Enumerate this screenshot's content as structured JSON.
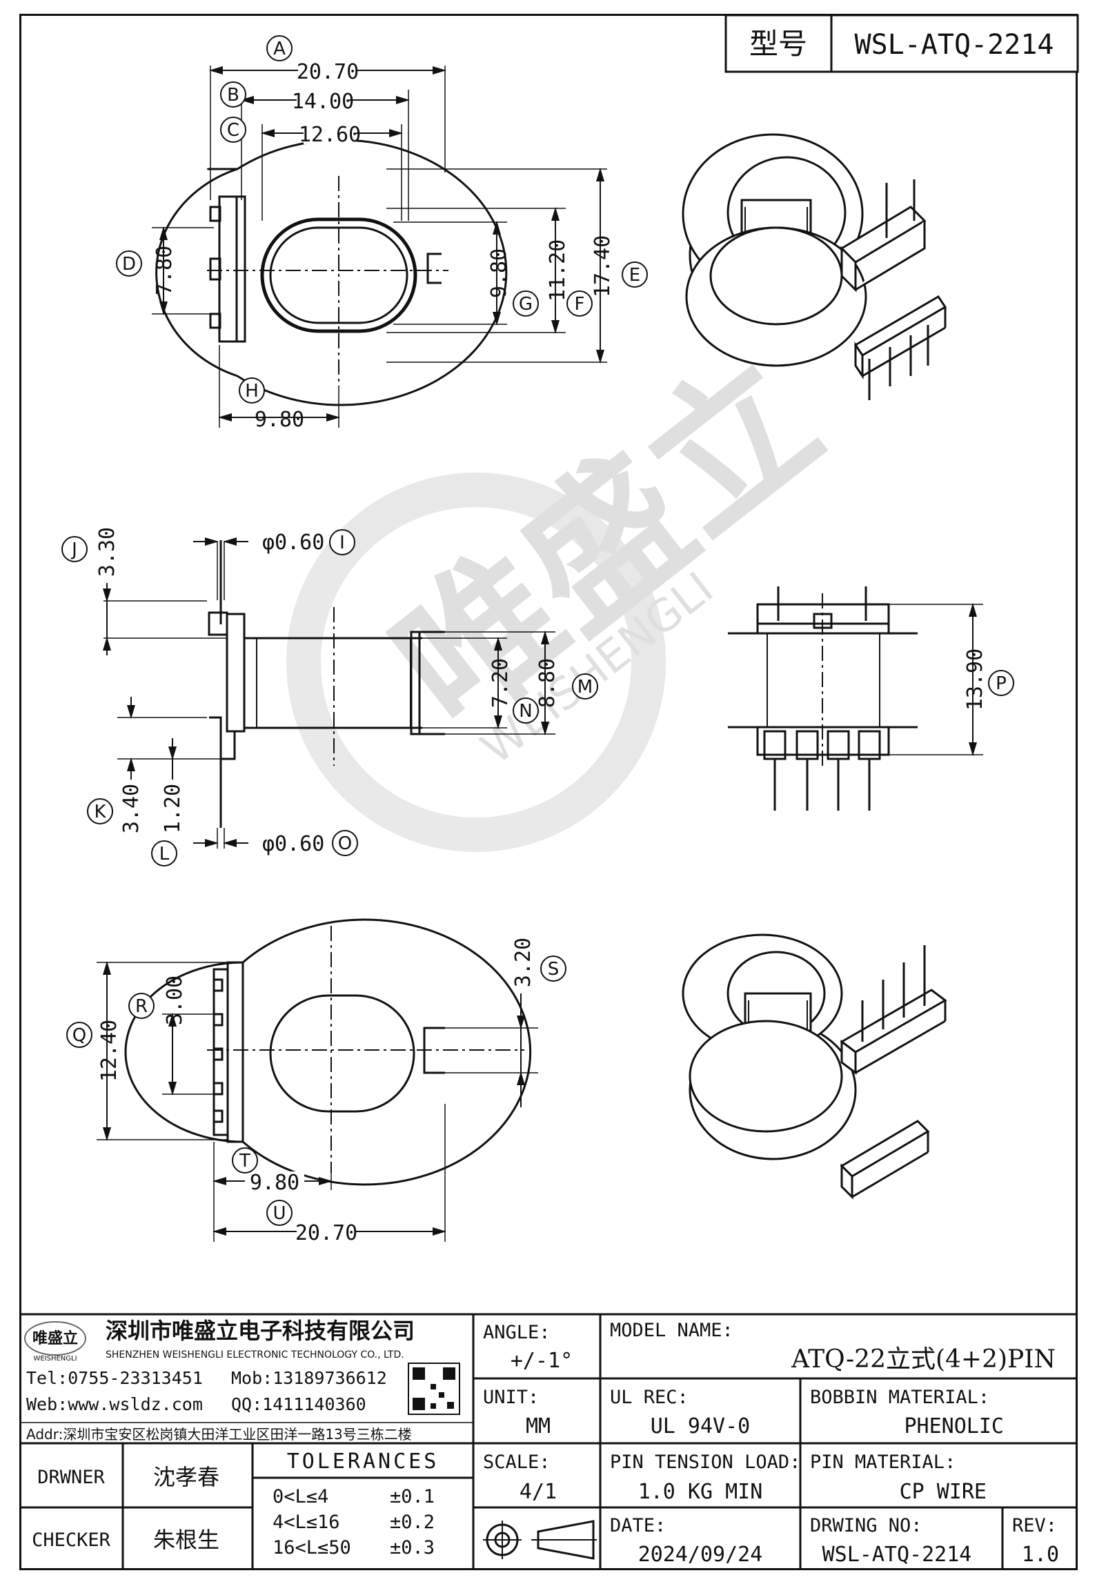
{
  "title_block_top": {
    "type_label": "型号",
    "type_value": "WSL-ATQ-2214"
  },
  "dimensions": {
    "A": "20.70",
    "B": "14.00",
    "C": "12.60",
    "D": "7.80",
    "G": "9.80",
    "F": "11.20",
    "E": "17.40",
    "H": "9.80",
    "I": "φ0.60",
    "J": "3.30",
    "N": "7.20",
    "M": "8.80",
    "K": "3.40",
    "L": "1.20",
    "O": "φ0.60",
    "P": "13.90",
    "Q": "12.40",
    "R": "3.00",
    "S": "3.20",
    "T": "9.80",
    "U": "20.70"
  },
  "watermark": {
    "cn": "唯盛立",
    "en": "WEISHENGLI"
  },
  "company": {
    "logo_cn": "唯盛立",
    "logo_en": "WEISHENGLI",
    "name_cn": "深圳市唯盛立电子科技有限公司",
    "name_en": "SHENZHEN WEISHENGLI ELECTRONIC TECHNOLOGY CO., LTD.",
    "tel": "Tel:0755-23313451",
    "mob": "Mob:13189736612",
    "web": "Web:www.wsldz.com",
    "qq": "QQ:1411140360",
    "addr": "Addr:深圳市宝安区松岗镇大田洋工业区田洋一路13号三栋二楼"
  },
  "title_block": {
    "angle_label": "ANGLE:",
    "angle_value": "+/-1°",
    "model_label": "MODEL NAME:",
    "model_value": "ATQ-22立式(4+2)PIN",
    "unit_label": "UNIT:",
    "unit_value": "MM",
    "ul_label": "UL REC:",
    "ul_value": "UL 94V-0",
    "bobbin_label": "BOBBIN MATERIAL:",
    "bobbin_value": "PHENOLIC",
    "scale_label": "SCALE:",
    "scale_value": "4/1",
    "tension_label": "PIN TENSION LOAD:",
    "tension_value": "1.0 KG MIN",
    "pinmat_label": "PIN MATERIAL:",
    "pinmat_value": "CP WIRE",
    "date_label": "DATE:",
    "date_value": "2024/09/24",
    "drwno_label": "DRWING NO:",
    "drwno_value": "WSL-ATQ-2214",
    "rev_label": "REV:",
    "rev_value": "1.0",
    "drawer_label": "DRWNER",
    "drawer_value": "沈孝春",
    "checker_label": "CHECKER",
    "checker_value": "朱根生",
    "tol_title": "TOLERANCES",
    "tol_rows": [
      {
        "range": "0<L≤4",
        "tol": "±0.1"
      },
      {
        "range": "4<L≤16",
        "tol": "±0.2"
      },
      {
        "range": "16<L≤50",
        "tol": "±0.3"
      }
    ]
  }
}
